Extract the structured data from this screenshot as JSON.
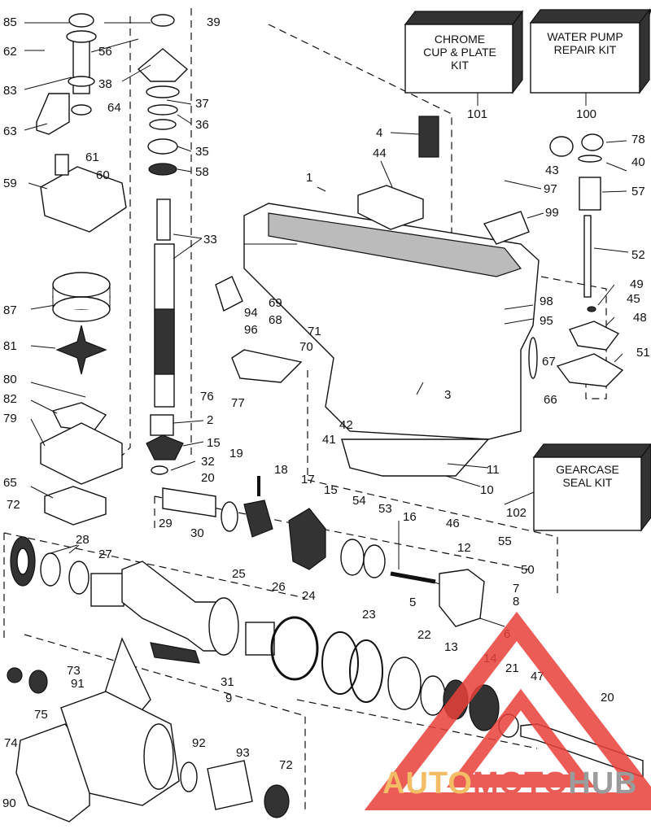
{
  "kits": [
    {
      "id": "chrome",
      "lines": [
        "CHROME",
        "CUP & PLATE",
        "KIT"
      ],
      "callout": "101"
    },
    {
      "id": "water",
      "lines": [
        "WATER PUMP",
        "REPAIR KIT"
      ],
      "callout": "100"
    },
    {
      "id": "gearcase",
      "lines": [
        "GEARCASE",
        "SEAL KIT"
      ],
      "callout": "102"
    }
  ],
  "callouts": [
    "85",
    "39",
    "62",
    "56",
    "83",
    "38",
    "37",
    "64",
    "63",
    "36",
    "35",
    "61",
    "60",
    "58",
    "59",
    "33",
    "87",
    "81",
    "80",
    "82",
    "79",
    "2",
    "15",
    "32",
    "65",
    "20",
    "72",
    "28",
    "27",
    "29",
    "30",
    "25",
    "26",
    "24",
    "23",
    "22",
    "31",
    "9",
    "73",
    "91",
    "75",
    "74",
    "90",
    "92",
    "93",
    "72",
    "20",
    "47",
    "21",
    "14",
    "13",
    "6",
    "5",
    "8",
    "7",
    "50",
    "55",
    "12",
    "46",
    "16",
    "53",
    "54",
    "15",
    "17",
    "18",
    "19",
    "10",
    "11",
    "41",
    "42",
    "3",
    "66",
    "67",
    "51",
    "48",
    "45",
    "49",
    "52",
    "57",
    "40",
    "78",
    "43",
    "97",
    "99",
    "4",
    "44",
    "1",
    "94",
    "96",
    "69",
    "68",
    "71",
    "70",
    "76",
    "77",
    "98",
    "95"
  ],
  "watermark": {
    "part1": "AUTO",
    "part2": "MOTO",
    "part3": "HUB"
  },
  "colors": {
    "wm_orange": "#f3b14a",
    "wm_red": "#e8403a",
    "wm_grey": "#8a8a8a",
    "tri": "#e8403a"
  }
}
